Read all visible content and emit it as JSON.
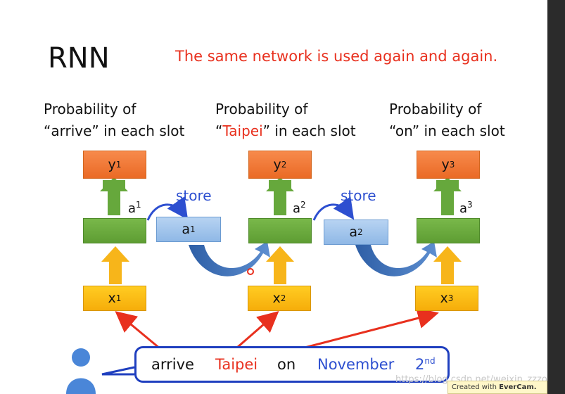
{
  "title": "RNN",
  "subtitle": "The same network is used again and again.",
  "columns": [
    {
      "line1": "Probability of",
      "line2_pre": "“",
      "line2_word": "arrive",
      "line2_post": "” in each slot",
      "y": "y",
      "a": "a",
      "x": "x",
      "sup": "1"
    },
    {
      "line1": "Probability of",
      "line2_pre": "“",
      "line2_word": "Taipei",
      "line2_post": "” in each slot",
      "y": "y",
      "a": "a",
      "x": "x",
      "sup": "2"
    },
    {
      "line1": "Probability of",
      "line2_pre": "“",
      "line2_word": "on",
      "line2_post": "” in each slot",
      "y": "y",
      "a": "a",
      "x": "x",
      "sup": "3"
    }
  ],
  "memory": [
    {
      "store": "store",
      "a": "a",
      "sup": "1"
    },
    {
      "store": "store",
      "a": "a",
      "sup": "2"
    }
  ],
  "sentence": {
    "w1": "arrive",
    "w2": "Taipei",
    "w3": "on",
    "w4": "November",
    "w5": "2",
    "w5_sup": "nd"
  },
  "watermark": "https://blog.csdn.net/weixin_zzzo",
  "evercam": {
    "prefix": "Created with",
    "brand": "EverCam."
  },
  "colors": {
    "output": "#ea6a25",
    "hidden": "#5e9d33",
    "memory": "#8fb8e6",
    "input": "#f6ad0a",
    "arrow_red": "#e8301e",
    "store_blue": "#2d4fd0"
  }
}
